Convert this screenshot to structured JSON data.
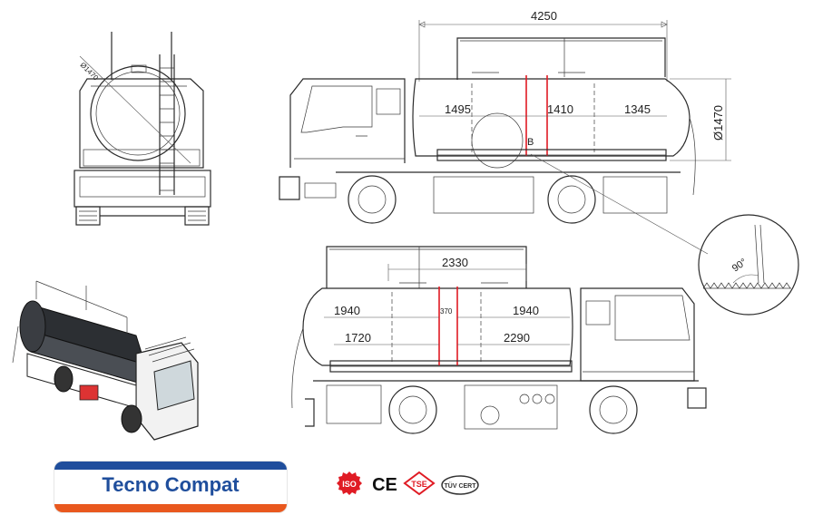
{
  "dimensions": {
    "overall_length": "4250",
    "tank_diameter_top": "Ø1470",
    "tank_diameter_side": "Ø1470",
    "seg1": "1495",
    "seg2": "1410",
    "seg3": "1345",
    "section_mark": "B",
    "top_width": "2330",
    "lower_seg1": "1940",
    "lower_mid": "370",
    "lower_seg2": "1940",
    "lower_inner1": "1720",
    "lower_inner2": "2290",
    "angle": "90°"
  },
  "brand": {
    "name": "Tecno Compat",
    "color_blue": "#1f4e9c",
    "color_orange": "#e9581e"
  },
  "certifications": [
    {
      "label": "ISO",
      "icon": "iso-logo",
      "color": "#e01b24"
    },
    {
      "label": "CE",
      "icon": "ce-mark"
    },
    {
      "label": "TSE",
      "icon": "tse-logo",
      "color": "#e01b24"
    },
    {
      "label": "TÜV CERT",
      "icon": "tuv-cert-logo"
    }
  ]
}
